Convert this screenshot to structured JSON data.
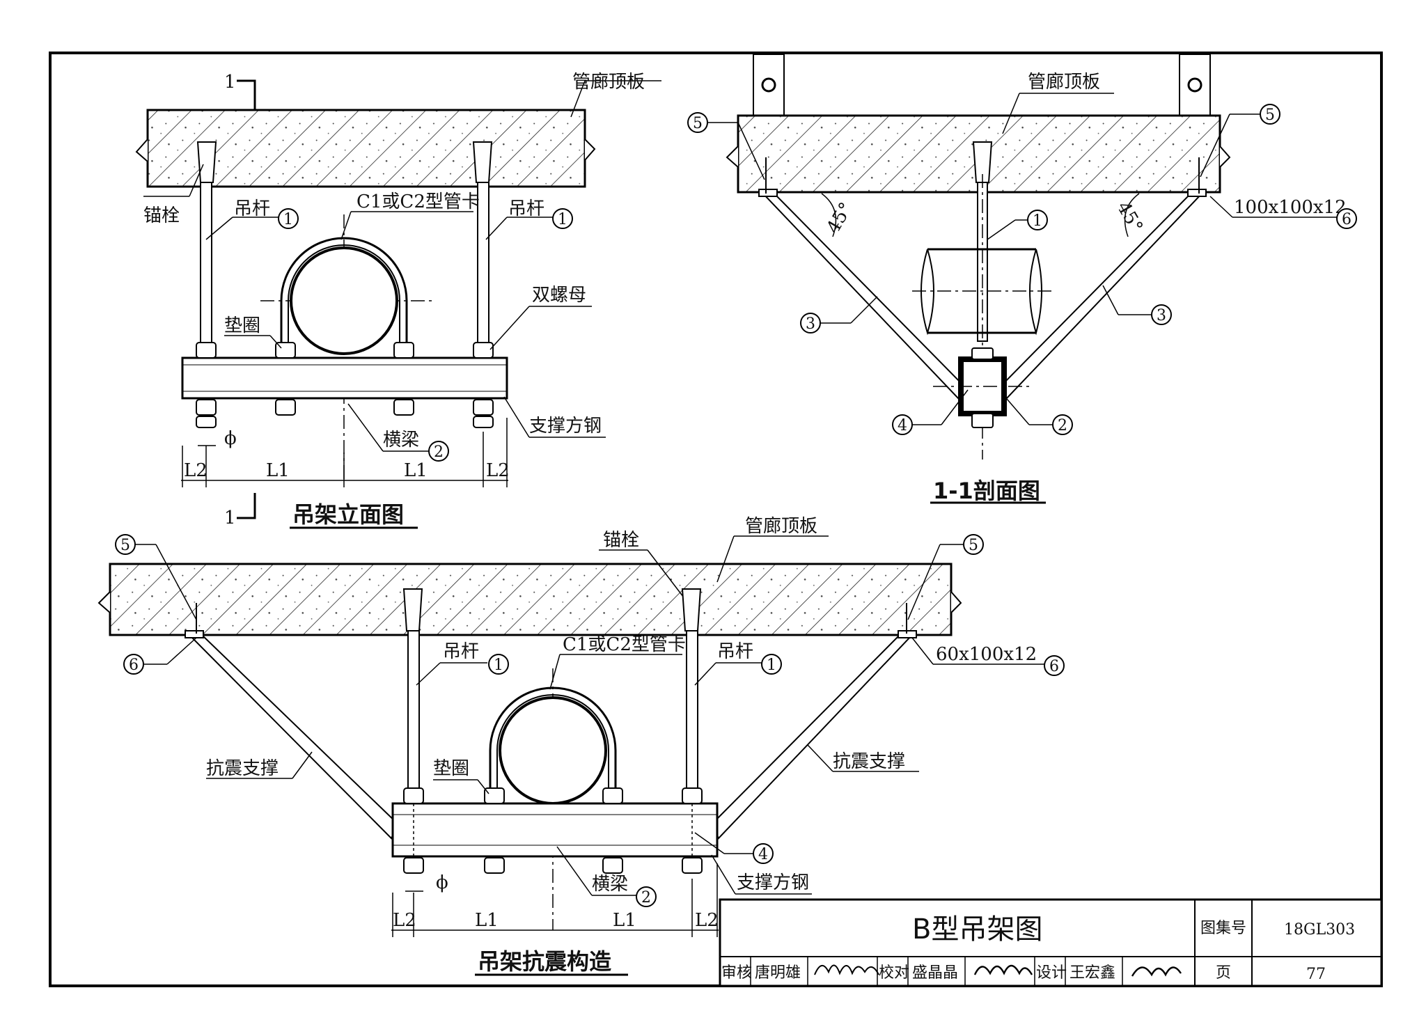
{
  "sheet_title": "B型吊架图",
  "atlas_label": "图集号",
  "atlas_no": "18GL303",
  "page_label": "页",
  "page_no": "77",
  "review_label": "审核",
  "reviewer": "唐明雄",
  "check_label": "校对",
  "checker": "盛晶晶",
  "design_label": "设计",
  "designer": "王宏鑫",
  "views": {
    "elevation": {
      "title": "吊架立面图",
      "slab": "管廊顶板",
      "anchor": "锚栓",
      "rod": "吊杆",
      "clamp": "C1或C2型管卡",
      "double_nut": "双螺母",
      "washer": "垫圈",
      "beam": "横梁",
      "support_steel": "支撑方钢",
      "phi": "ϕ",
      "l1": "L1",
      "l2": "L2",
      "section_mark": "1"
    },
    "section": {
      "title": "1-1剖面图",
      "slab": "管廊顶板",
      "angle": "45°",
      "plate": "100x100x12"
    },
    "seismic": {
      "title": "吊架抗震构造",
      "slab": "管廊顶板",
      "anchor": "锚栓",
      "rod": "吊杆",
      "clamp": "C1或C2型管卡",
      "washer": "垫圈",
      "beam": "横梁",
      "brace": "抗震支撑",
      "support_steel": "支撑方钢",
      "plate": "60x100x12",
      "phi": "ϕ",
      "l1": "L1",
      "l2": "L2"
    }
  },
  "callouts": [
    "1",
    "2",
    "3",
    "4",
    "5",
    "6"
  ]
}
